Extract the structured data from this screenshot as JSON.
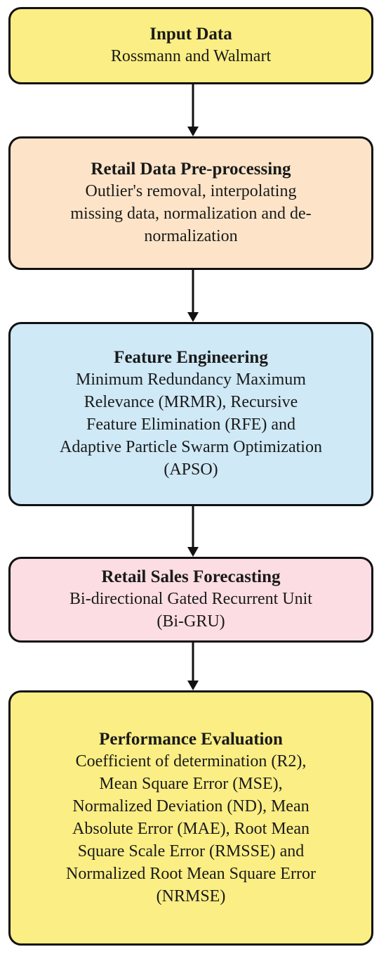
{
  "boxes": {
    "input": {
      "title": "Input Data",
      "lines": [
        "Rossmann and Walmart"
      ],
      "fill": "#fbee84"
    },
    "preprocessing": {
      "title": "Retail Data Pre-processing",
      "lines": [
        "Outlier's removal, interpolating",
        "missing data, normalization and de-",
        "normalization"
      ],
      "fill": "#fde4c8"
    },
    "feature": {
      "title": "Feature Engineering",
      "lines": [
        "Minimum Redundancy Maximum",
        "Relevance (MRMR), Recursive",
        "Feature Elimination (RFE) and",
        "Adaptive Particle Swarm Optimization",
        "(APSO)"
      ],
      "fill": "#cfe9f6"
    },
    "forecasting": {
      "title": "Retail Sales Forecasting",
      "lines": [
        "Bi-directional Gated Recurrent Unit",
        "(Bi-GRU)"
      ],
      "fill": "#fbdde3"
    },
    "performance": {
      "title": "Performance Evaluation",
      "lines": [
        "Coefficient of determination (R2),",
        "Mean Square Error (MSE),",
        "Normalized Deviation (ND), Mean",
        "Absolute Error (MAE), Root Mean",
        "Square Scale Error (RMSSE) and",
        "Normalized Root Mean Square Error",
        "(NRMSE)"
      ],
      "fill": "#fbee84"
    }
  },
  "colors": {
    "border": "#111111",
    "arrow": "#111111"
  }
}
